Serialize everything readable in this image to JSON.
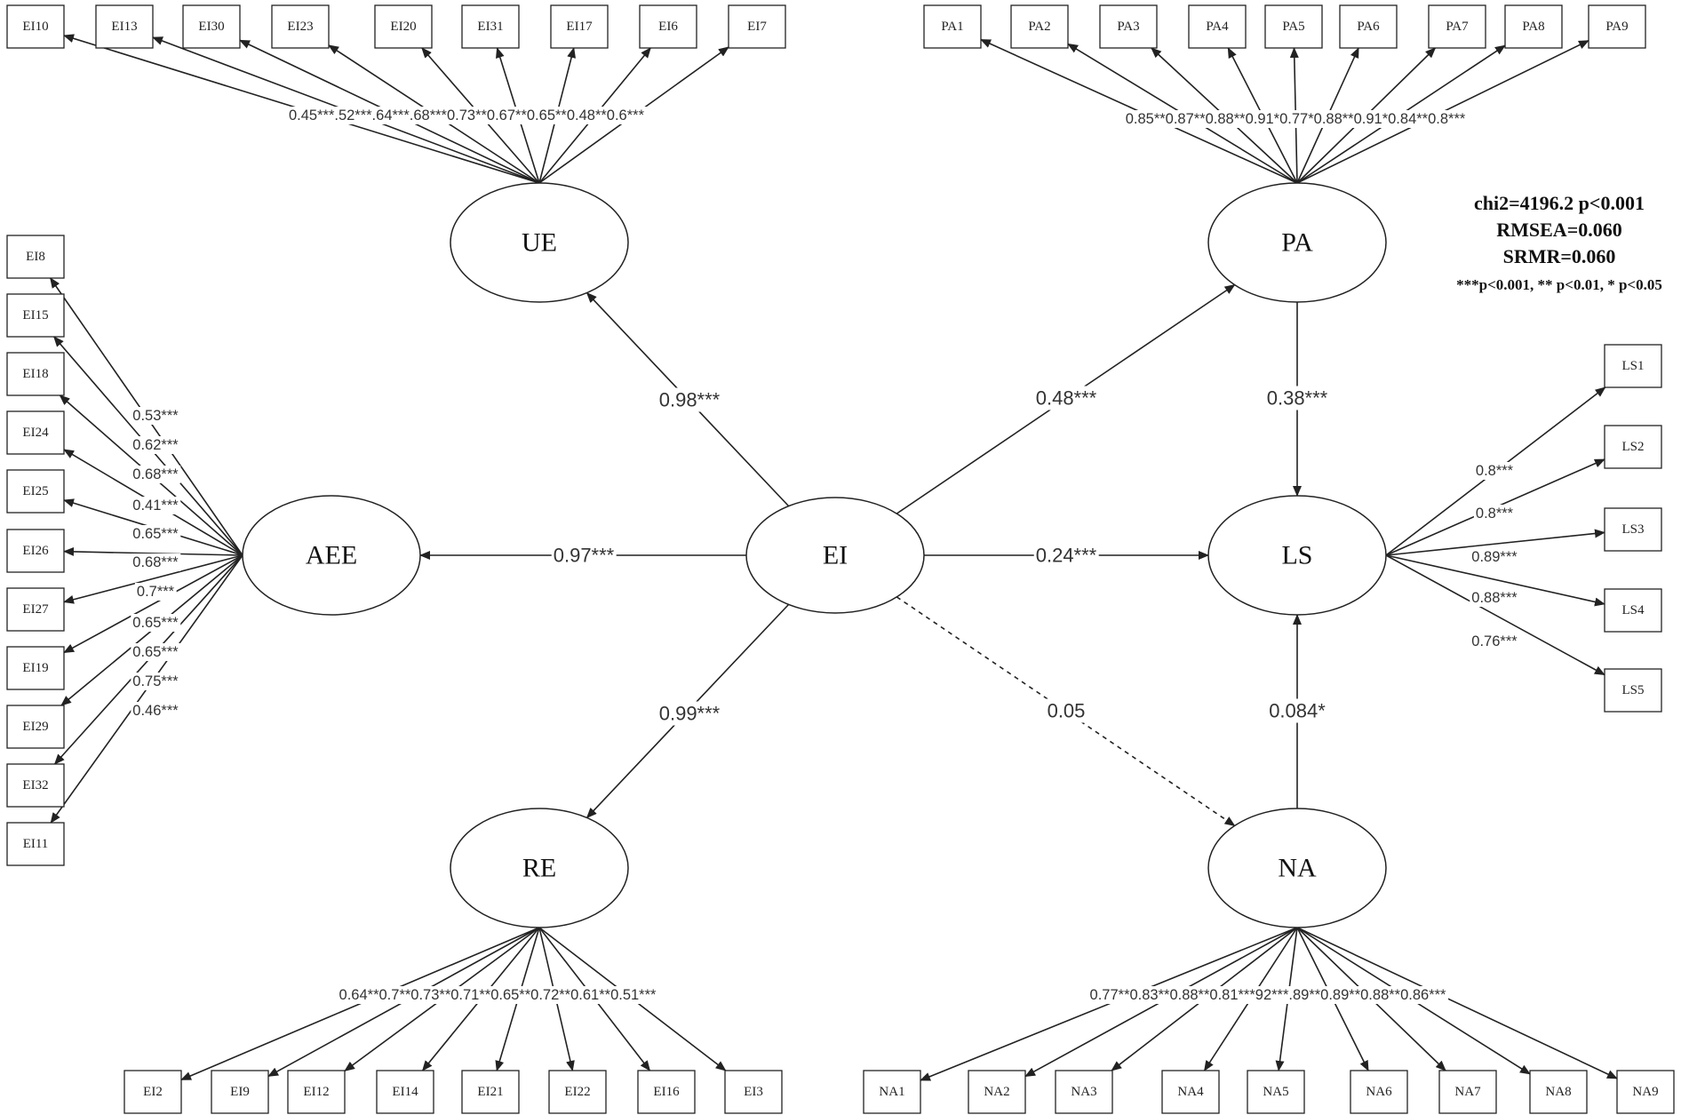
{
  "latents": {
    "EI": "EI",
    "UE": "UE",
    "AEE": "AEE",
    "RE": "RE",
    "PA": "PA",
    "LS": "LS",
    "NA": "NA"
  },
  "structural": [
    {
      "from": "EI",
      "to": "UE",
      "label": "0.98***",
      "significant": true
    },
    {
      "from": "EI",
      "to": "AEE",
      "label": "0.97***",
      "significant": true
    },
    {
      "from": "EI",
      "to": "RE",
      "label": "0.99***",
      "significant": true
    },
    {
      "from": "EI",
      "to": "PA",
      "label": "0.48***",
      "significant": true
    },
    {
      "from": "EI",
      "to": "LS",
      "label": "0.24***",
      "significant": true
    },
    {
      "from": "EI",
      "to": "NA",
      "label": "0.05",
      "significant": false
    },
    {
      "from": "PA",
      "to": "LS",
      "label": "0.38***",
      "significant": true
    },
    {
      "from": "NA",
      "to": "LS",
      "label": "0.084*",
      "significant": true
    }
  ],
  "measurement": {
    "UE": {
      "indicators": [
        "EI10",
        "EI13",
        "EI30",
        "EI23",
        "EI20",
        "EI31",
        "EI17",
        "EI6",
        "EI7"
      ],
      "loadings_text": "0.45***.52***.64***.68***0.73**0.67**0.65**0.48**0.6***"
    },
    "PA": {
      "indicators": [
        "PA1",
        "PA2",
        "PA3",
        "PA4",
        "PA5",
        "PA6",
        "PA7",
        "PA8",
        "PA9"
      ],
      "loadings_text": "0.85**0.87**0.88**0.91*0.77*0.88**0.91*0.84**0.8***"
    },
    "AEE": {
      "indicators": [
        "EI8",
        "EI15",
        "EI18",
        "EI24",
        "EI25",
        "EI26",
        "EI27",
        "EI19",
        "EI29",
        "EI32",
        "EI11"
      ],
      "loadings": [
        "0.53***",
        "0.62***",
        "0.68***",
        "0.41***",
        "0.65***",
        "0.68***",
        "0.7***",
        "0.65***",
        "0.65***",
        "0.75***",
        "0.46***"
      ]
    },
    "LS": {
      "indicators": [
        "LS1",
        "LS2",
        "LS3",
        "LS4",
        "LS5"
      ],
      "loadings": [
        "0.8***",
        "0.8***",
        "0.89***",
        "0.88***",
        "0.76***"
      ]
    },
    "RE": {
      "indicators": [
        "EI2",
        "EI9",
        "EI12",
        "EI14",
        "EI21",
        "EI22",
        "EI16",
        "EI3"
      ],
      "loadings_text": "0.64**0.7**0.73**0.71**0.65**0.72**0.61**0.51***"
    },
    "NA": {
      "indicators": [
        "NA1",
        "NA2",
        "NA3",
        "NA4",
        "NA5",
        "NA6",
        "NA7",
        "NA8",
        "NA9"
      ],
      "loadings_text": "0.77**0.83**0.88**0.81***92***.89**0.89**0.88**0.86***"
    }
  },
  "fit": {
    "line1": "chi2=4196.2 p<0.001",
    "line2": "RMSEA=0.060",
    "line3": "SRMR=0.060",
    "note": "***p<0.001, ** p<0.01, * p<0.05"
  },
  "colors": {
    "stroke": "#222222",
    "background": "#ffffff"
  }
}
